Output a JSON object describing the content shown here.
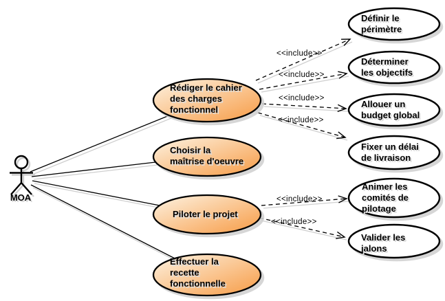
{
  "diagram": {
    "type": "uml-use-case-diagram",
    "actor": {
      "name": "MOA"
    },
    "primary_use_cases": [
      {
        "id": "rediger",
        "label": "Rédiger le cahier\ndes charges\nfonctionnel"
      },
      {
        "id": "choisir",
        "label": "Choisir la\nmaîtrise d'oeuvre"
      },
      {
        "id": "piloter",
        "label": "Piloter le projet"
      },
      {
        "id": "effectuer",
        "label": "Effectuer la\nrecette\nfonctionnelle"
      }
    ],
    "included_use_cases": [
      {
        "id": "definir",
        "label": "Définir le\npérimètre"
      },
      {
        "id": "determiner",
        "label": "Déterminer\nles objectifs"
      },
      {
        "id": "allouer",
        "label": "Allouer un\nbudget global"
      },
      {
        "id": "fixer",
        "label": "Fixer un délai\nde livraison"
      },
      {
        "id": "animer",
        "label": "Animer les\ncomités de\npilotage"
      },
      {
        "id": "valider",
        "label": "Valider les\njalons"
      }
    ],
    "association_edges": [
      {
        "from": "MOA",
        "to": "rediger"
      },
      {
        "from": "MOA",
        "to": "choisir"
      },
      {
        "from": "MOA",
        "to": "piloter"
      },
      {
        "from": "MOA",
        "to": "effectuer"
      }
    ],
    "include_edges": [
      {
        "from": "rediger",
        "to": "definir",
        "label": "<<include>>"
      },
      {
        "from": "rediger",
        "to": "determiner",
        "label": "<<include>>"
      },
      {
        "from": "rediger",
        "to": "allouer",
        "label": "<<include>>"
      },
      {
        "from": "rediger",
        "to": "fixer",
        "label": "<<include>>"
      },
      {
        "from": "piloter",
        "to": "animer",
        "label": "<<include>>"
      },
      {
        "from": "piloter",
        "to": "valider",
        "label": "<<include>>"
      }
    ],
    "colors": {
      "use_case_fill_start": "#fdf3e2",
      "use_case_fill_end": "#f79b45",
      "included_fill": "#ffffff",
      "stroke": "#000000",
      "shadow": "#cfcfcf",
      "background": "#ffffff"
    }
  }
}
